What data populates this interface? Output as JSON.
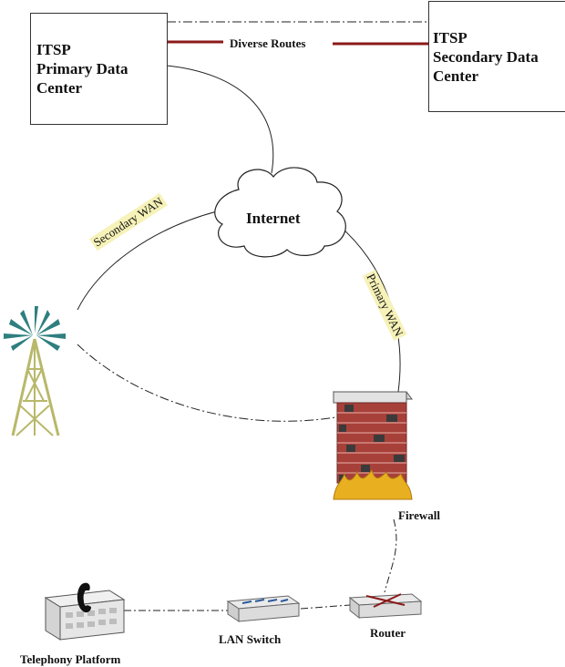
{
  "diagram": {
    "primary_dc": {
      "line1": "ITSP",
      "line2": "Primary Data",
      "line3": "Center"
    },
    "secondary_dc": {
      "line1": "ITSP",
      "line2": "Secondary Data",
      "line3": "Center"
    },
    "diverse_routes": "Diverse Routes",
    "internet": "Internet",
    "secondary_wan": "Secondary WAN",
    "primary_wan": "Primary WAN",
    "firewall": "Firewall",
    "router": "Router",
    "lan_switch": "LAN Switch",
    "telephony": "Telephony Platform"
  },
  "colors": {
    "route_line": "#8b1a1a",
    "brick": "#a8403a",
    "brick_dark": "#3a3a3a",
    "fire": "#e8b020",
    "tower": "#b8b86a",
    "signal": "#2f7f7f",
    "cloud_fill": "#ffffff"
  },
  "icons": [
    "cellular-tower-icon",
    "firewall-brick-icon",
    "router-icon",
    "lan-switch-icon",
    "telephony-platform-icon",
    "internet-cloud-icon"
  ]
}
